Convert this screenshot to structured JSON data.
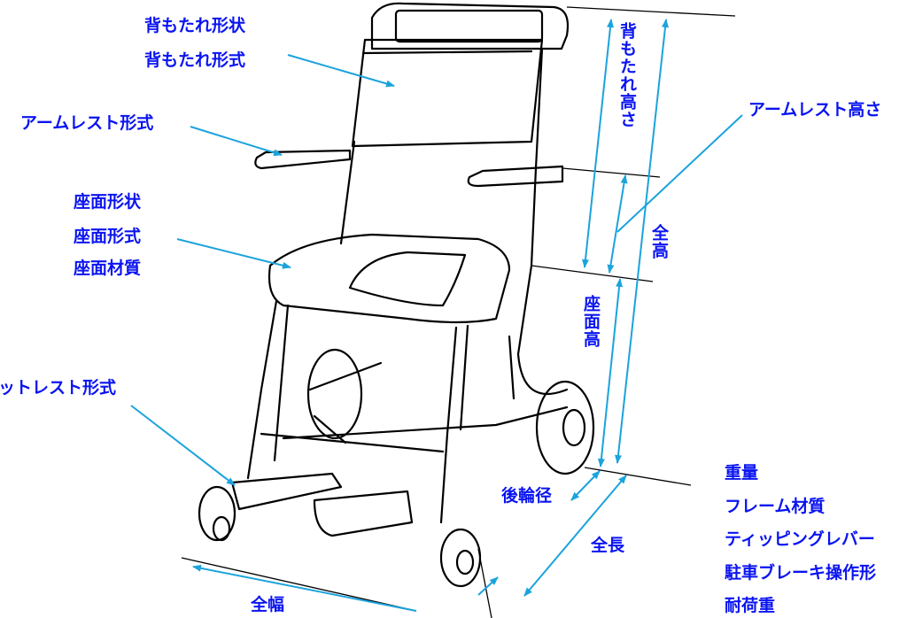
{
  "colors": {
    "label": "#0a14f0",
    "arrow": "#1ba3dc",
    "line": "#000000"
  },
  "labels": {
    "backrest_shape": "背もたれ形状",
    "backrest_type": "背もたれ形式",
    "armrest_type": "アームレスト形式",
    "seat_shape": "座面形状",
    "seat_type": "座面形式",
    "seat_material": "座面材質",
    "footrest_type": "ットレスト形式",
    "backrest_height": "背もたれ高さ",
    "armrest_height": "アームレスト高さ",
    "total_height": "全高",
    "seat_height": "座面高",
    "rear_wheel_diameter": "後輪径",
    "total_length": "全長",
    "total_width": "全幅",
    "weight": "重量",
    "frame_material": "フレーム材質",
    "tipping_lever": "ティッピングレバー",
    "parking_brake": "駐車ブレーキ操作形",
    "load_capacity": "耐荷重"
  }
}
